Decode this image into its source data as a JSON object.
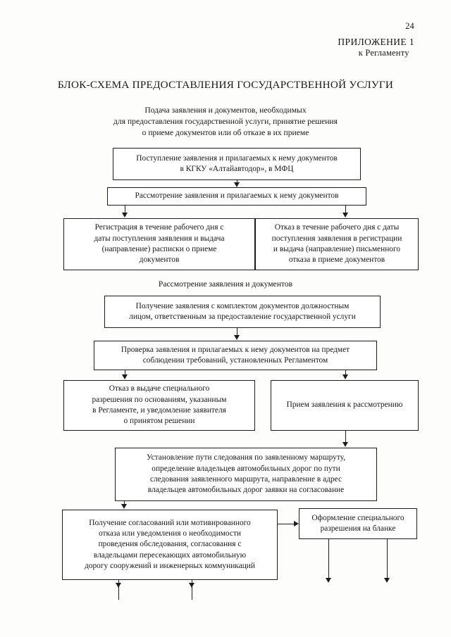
{
  "header": {
    "page_number": "24",
    "appendix_line1": "ПРИЛОЖЕНИЕ 1",
    "appendix_line2": "к Регламенту"
  },
  "title": "БЛОК-СХЕМА ПРЕДОСТАВЛЕНИЯ ГОСУДАРСТВЕННОЙ УСЛУГИ",
  "sections": {
    "submission_caption": "Подача заявления и документов, необходимых\nдля предоставления государственной услуги, принятие решения\nо приеме документов или об отказе в их приеме",
    "review_caption": "Рассмотрение заявления и документов"
  },
  "flowchart": {
    "type": "flowchart",
    "nodes": [
      {
        "id": "receipt",
        "label": "Поступление заявления и прилагаемых к нему документов\nв КГКУ «Алтайавтодор», в МФЦ"
      },
      {
        "id": "consideration",
        "label": "Рассмотрение заявления и прилагаемых к нему документов"
      },
      {
        "id": "registration",
        "label": "Регистрация в течение рабочего дня с\nдаты поступления заявления и выдача\n(направление) расписки о приеме\nдокументов"
      },
      {
        "id": "refusal",
        "label": "Отказ в течение рабочего дня с даты\nпоступления заявления в регистрации\nи выдача (направление) письменного\nотказа в приеме документов"
      },
      {
        "id": "receiving",
        "label": "Получение заявления с комплектом документов должностным\nлицом, ответственным за предоставление государственной услуги"
      },
      {
        "id": "verification",
        "label": "Проверка заявления и прилагаемых к нему документов на предмет\nсоблюдении требований, установленных Регламентом"
      },
      {
        "id": "denial",
        "label": "Отказ в выдаче специального\nразрешения по основаниям, указанным\nв Регламенте, и уведомление заявителя\nо принятом решении"
      },
      {
        "id": "acceptance",
        "label": "Прием заявления к рассмотрению"
      },
      {
        "id": "route",
        "label": "Установление пути следования по заявленному маршруту,\nопределение владельцев автомобильных дорог по пути\nследования заявленного маршрута, направление в адрес\nвладельцев автомобильных дорог заявки на согласование"
      },
      {
        "id": "approvals",
        "label": "Получение согласований или мотивированного\nотказа или уведомления о необходимости\nпроведения обследования, согласования с\nвладельцами пересекающих автомобильную\nдорогу сооружений и инженерных коммуникаций"
      },
      {
        "id": "permit",
        "label": "Оформление специального\nразрешения на бланке"
      }
    ],
    "edges": [
      {
        "from": "receipt",
        "to": "consideration"
      },
      {
        "from": "consideration",
        "to": "registration"
      },
      {
        "from": "consideration",
        "to": "refusal"
      },
      {
        "from": "receiving",
        "to": "verification"
      },
      {
        "from": "verification",
        "to": "denial"
      },
      {
        "from": "verification",
        "to": "acceptance"
      },
      {
        "from": "acceptance",
        "to": "route"
      },
      {
        "from": "route",
        "to": "approvals"
      },
      {
        "from": "approvals",
        "to": "permit"
      }
    ]
  },
  "colors": {
    "ink": "#1b1c1e",
    "paper": "#fdfdfc"
  }
}
